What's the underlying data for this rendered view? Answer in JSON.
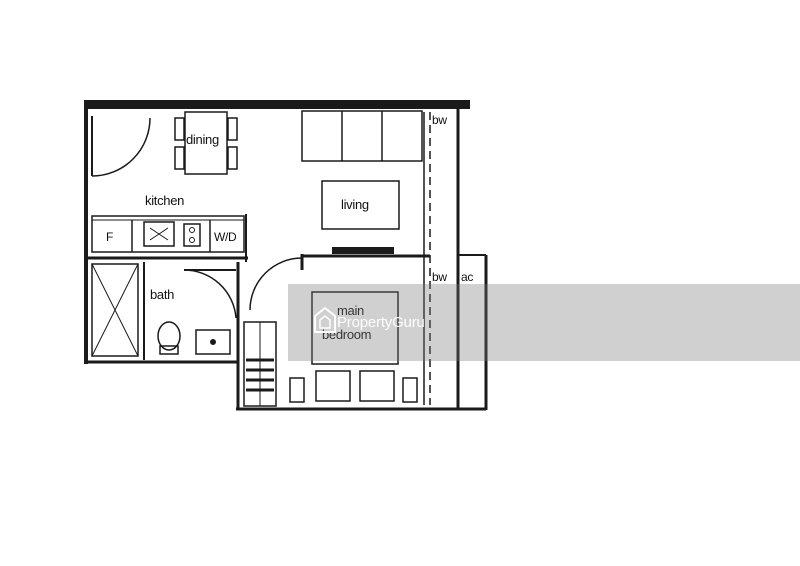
{
  "rooms": {
    "dining": "dining",
    "kitchen": "kitchen",
    "living": "living",
    "bath": "bath",
    "main_bedroom_line1": "main",
    "main_bedroom_line2": "bedroom",
    "bay_window_top": "bw",
    "bay_window_mid": "bw",
    "aircon_ledge": "ac"
  },
  "fixtures": {
    "fridge": "F",
    "washer_dryer": "W/D"
  },
  "watermark": {
    "text": "PropertyGuru"
  },
  "colors": {
    "line": "#1a1a1a",
    "watermark_band": "#7a7a7a"
  }
}
